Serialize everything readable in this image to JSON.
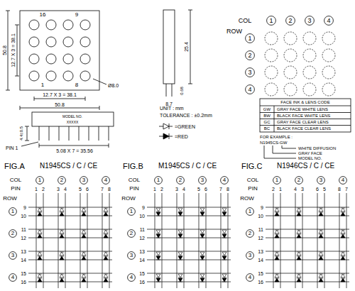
{
  "diagram": {
    "nodes": [
      {
        "text": [
          "1"
        ]
      },
      {
        "text": [
          "2"
        ]
      },
      {
        "text": [
          "3"
        ]
      },
      {
        "text": [
          "4"
        ]
      },
      {
        "text": [
          "1"
        ]
      },
      {
        "text": [
          "2"
        ]
      },
      {
        "text": [
          "3"
        ]
      },
      {
        "text": [
          "4"
        ]
      },
      {
        "text": [
          "1"
        ]
      },
      {
        "text": [
          "2"
        ]
      },
      {
        "text": [
          "3"
        ]
      },
      {
        "text": [
          "4"
        ]
      },
      {
        "text": [
          "1"
        ]
      },
      {
        "text": [
          "2"
        ]
      },
      {
        "text": [
          "3"
        ]
      },
      {
        "text": [
          "4"
        ]
      },
      {
        "text": [
          "1"
        ]
      },
      {
        "text": [
          "2"
        ]
      },
      {
        "text": [
          "3"
        ]
      },
      {
        "text": [
          "4"
        ]
      },
      {
        "text": [
          "1"
        ]
      },
      {
        "text": [
          "2"
        ]
      },
      {
        "text": [
          "3"
        ]
      },
      {
        "text": [
          "4"
        ]
      },
      {
        "text": [
          "1"
        ]
      },
      {
        "text": [
          "2"
        ]
      },
      {
        "text": [
          "3"
        ]
      },
      {
        "text": [
          "4"
        ]
      },
      {
        "text": [
          "1"
        ]
      },
      {
        "text": [
          "2"
        ]
      },
      {
        "text": [
          "3"
        ]
      },
      {
        "text": [
          "4"
        ]
      }
    ],
    "labels": [
      "16",
      "9",
      "1",
      "8",
      "50.8",
      "12.7 X 3 = 38.1",
      "12.7 X 3 = 38.1",
      "50.8",
      "Ø8.0",
      "25.4",
      "0.68",
      "8.7",
      "MODEL NO.",
      "XXXXX",
      "4.4±0.5",
      "PIN 1",
      "5.08 X 7 = 35.56",
      "UNIT : mm",
      "TOLERANCE : ±0.2mm",
      "COL",
      "ROW",
      "FACE INK & LENS CODE",
      "GW",
      "GRAY FACE WHITE LENS",
      "BW",
      "BLACK FACE WHITE LENS",
      "GC",
      "GRAY FACE CLEAR LENS",
      "BC",
      "BLACK FACE CLEAR LENS",
      "FOR EXAMPLE :",
      "N1945CS-GW",
      "WHITE DIFFUSION",
      "GRAY FACE",
      "MODEL NO.",
      "FIG.A",
      "N1945CS / C / CE",
      "COL",
      "PIN",
      "1",
      "2",
      "3",
      "4",
      "5",
      "6",
      "7",
      "8",
      "ROW",
      "9",
      "10",
      "11",
      "12",
      "13",
      "14",
      "15",
      "16",
      "FIG.B",
      "M1945CS / C / CE",
      "COL",
      "PIN",
      "1",
      "2",
      "3",
      "4",
      "5",
      "6",
      "7",
      "8",
      "ROW",
      "9",
      "10",
      "11",
      "12",
      "13",
      "14",
      "15",
      "16",
      "FIG.C",
      "N1946CS / C / CE",
      "COL",
      "PIN",
      "2",
      "1",
      "4",
      "3",
      "6",
      "5",
      "8",
      "7",
      "ROW",
      "9",
      "10",
      "11",
      "12",
      "13",
      "14",
      "15",
      "16"
    ],
    "legend": [
      {
        "text": "=GREEN"
      },
      {
        "text": "=RED"
      }
    ]
  }
}
